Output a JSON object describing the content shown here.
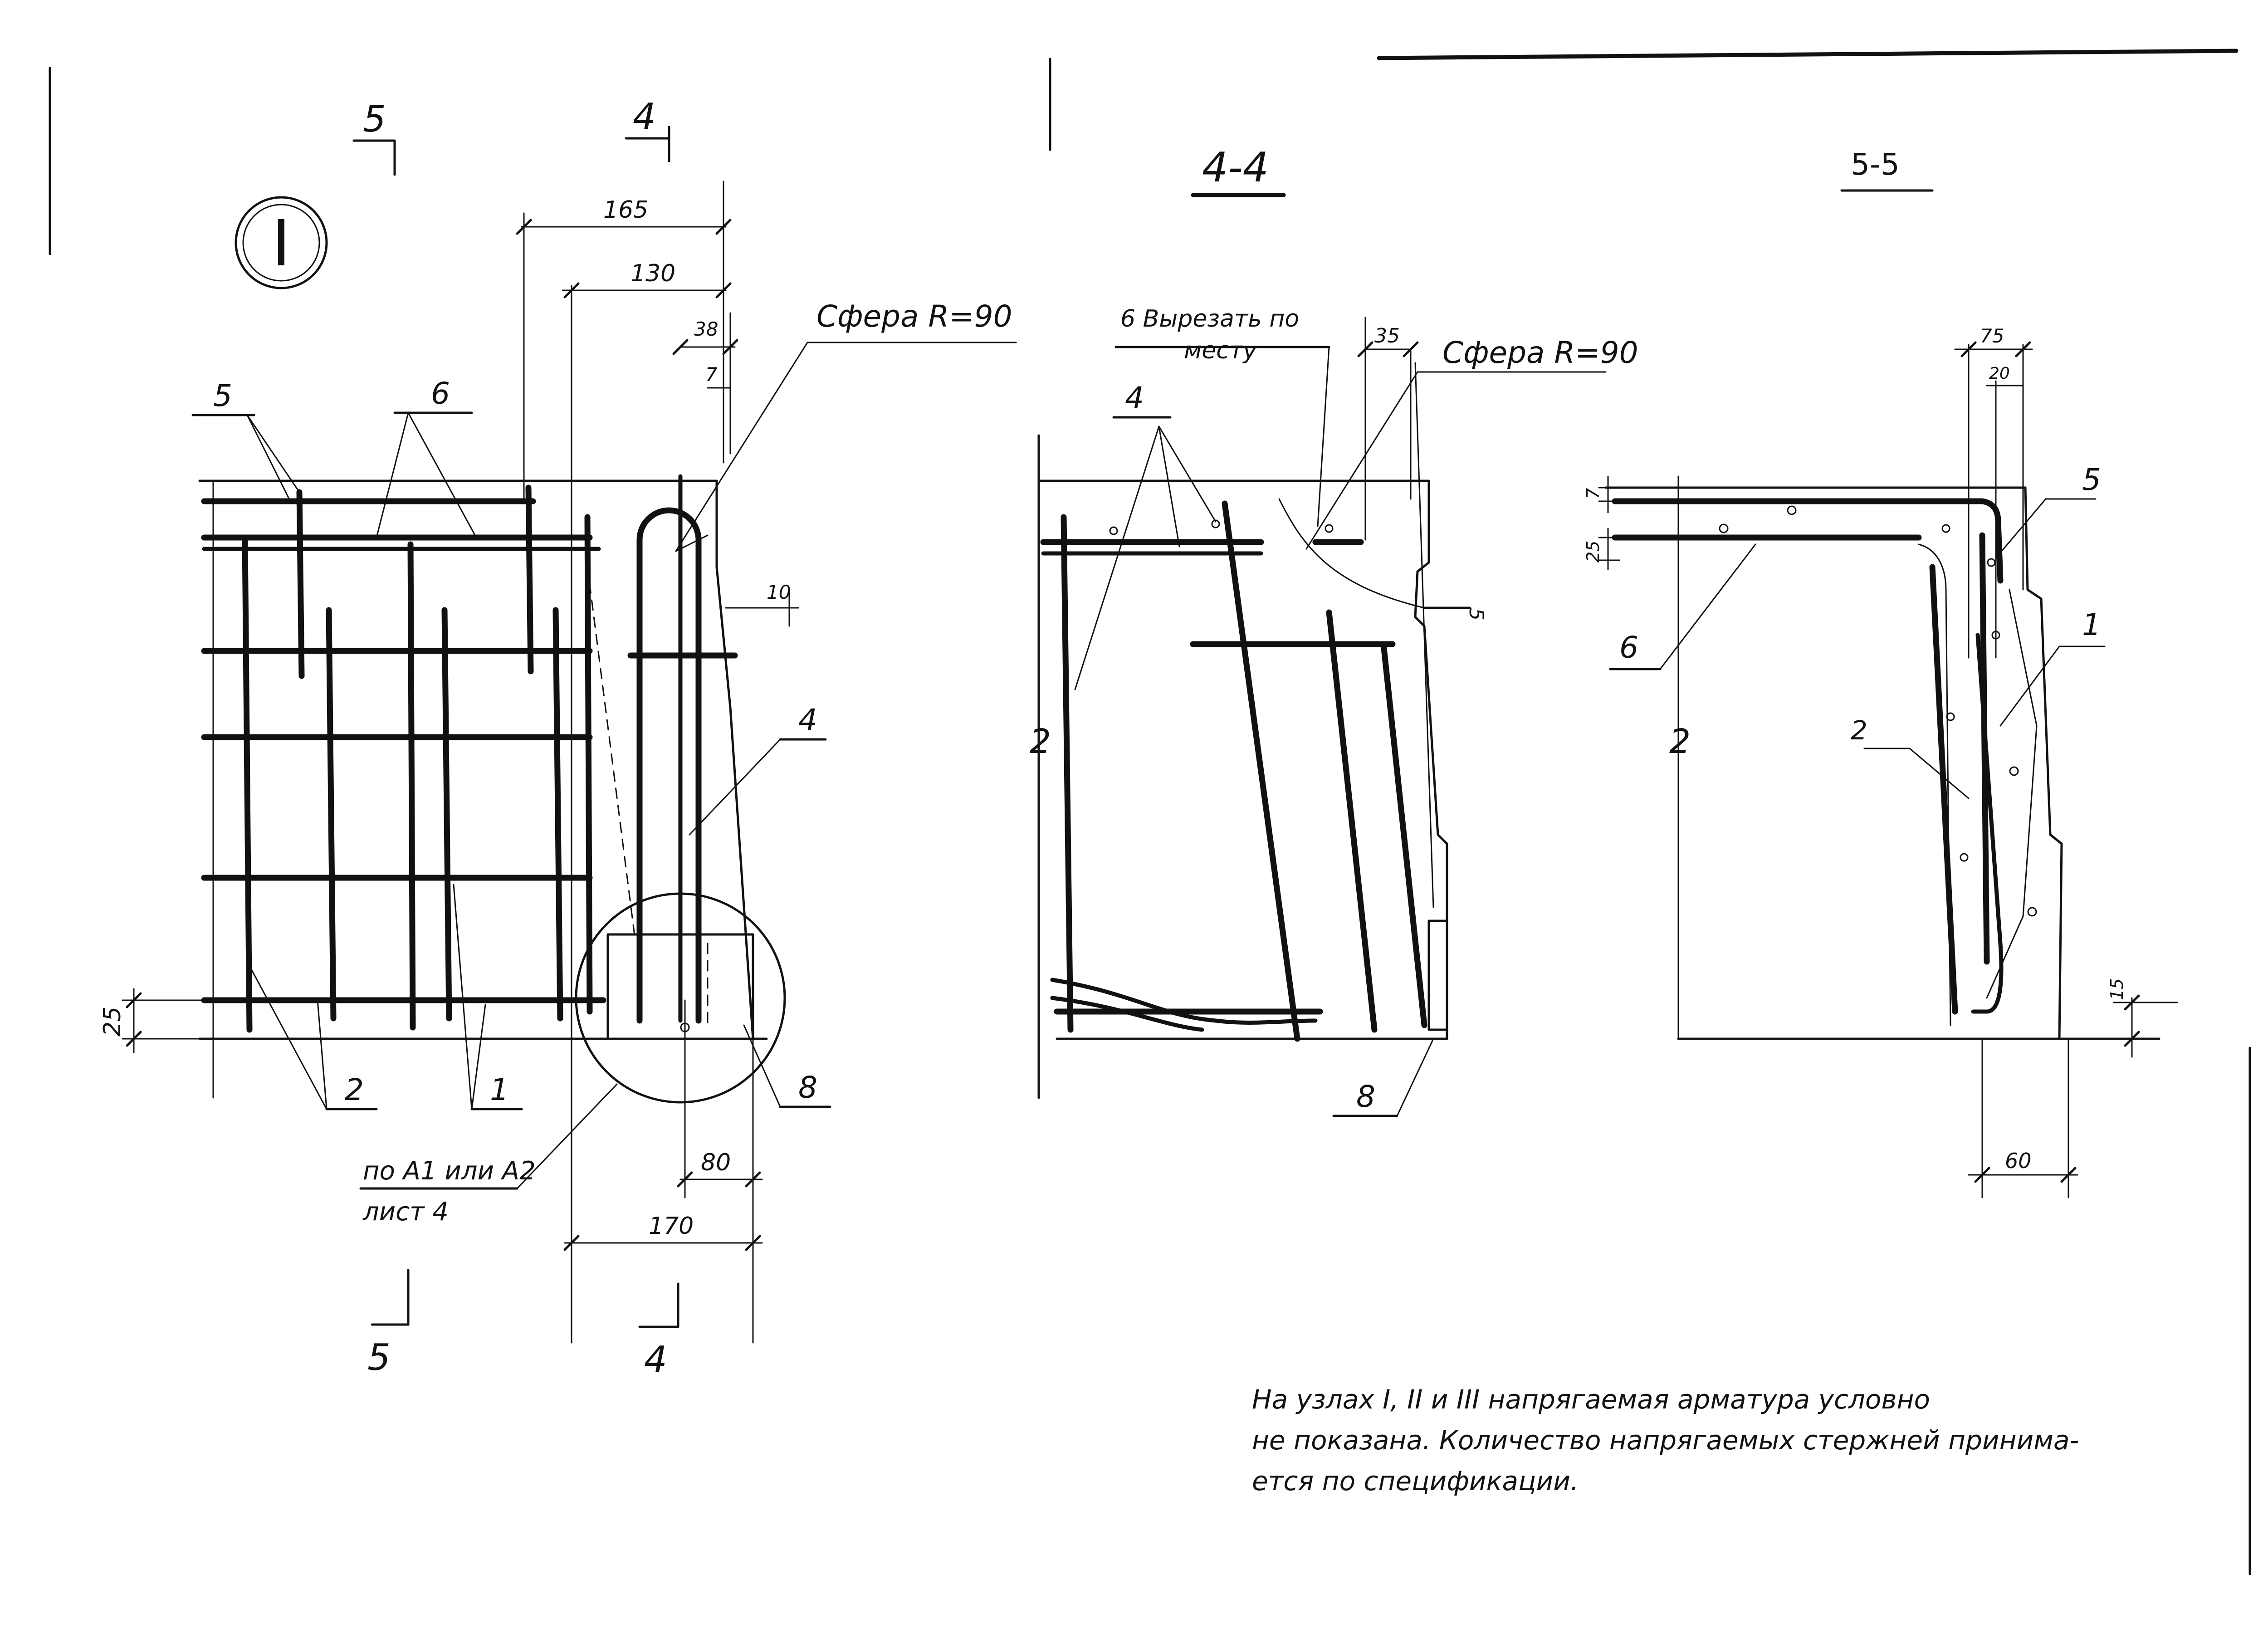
{
  "node": {
    "roman": "I"
  },
  "section_marks": {
    "left_top": "5",
    "mid_top": "4",
    "left_bottom": "5",
    "mid_bottom": "4"
  },
  "section_titles": {
    "s44": "4-4",
    "s55": "5-5"
  },
  "view1": {
    "dims": {
      "d165": "165",
      "d130": "130",
      "d38": "38",
      "d7": "7",
      "d10": "10",
      "d25": "25",
      "d80": "80",
      "d170": "170"
    },
    "callouts": {
      "sphere": "Сфера R=90",
      "c5": "5",
      "c6": "6",
      "c4": "4",
      "c2": "2",
      "c1": "1",
      "c8": "8",
      "ref_line1": "по А1 или А2",
      "ref_line2": "лист 4"
    }
  },
  "view2": {
    "note_line1": "6 Вырезать по",
    "note_line2": "месту",
    "sphere": "Сфера R=90",
    "dims": {
      "d35": "35",
      "d5": "5"
    },
    "callouts": {
      "c4": "4",
      "c2": "2",
      "c8": "8"
    }
  },
  "view3": {
    "dims": {
      "d75": "75",
      "d20": "20",
      "d7": "7",
      "d25": "25",
      "d15": "15",
      "d60": "60"
    },
    "callouts": {
      "c5": "5",
      "c1": "1",
      "c6": "6",
      "c2": "2",
      "c2b": "2"
    }
  },
  "note": {
    "line1": "На узлах I, II и III напрягаемая арматура условно",
    "line2": "не показана. Количество напрягаемых стержней принима-",
    "line3": "ется по спецификации."
  }
}
